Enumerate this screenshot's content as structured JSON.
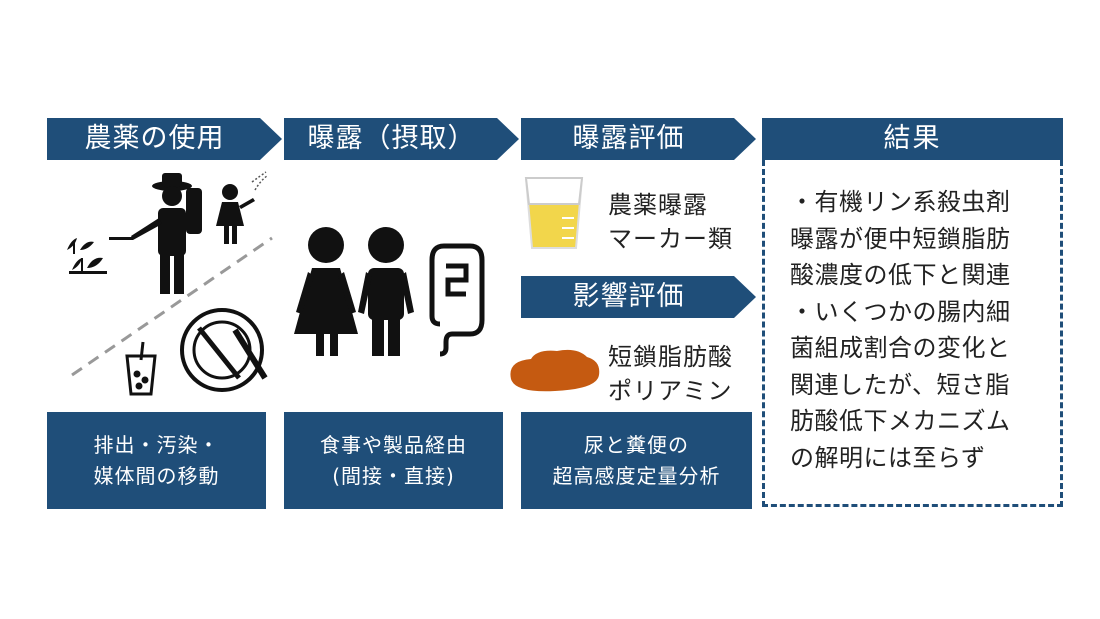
{
  "columns": {
    "pesticide_use": {
      "header": "農薬の使用",
      "footer": [
        "排出・汚染・",
        "媒体間の移動"
      ]
    },
    "exposure_intake": {
      "header": "曝露（摂取）",
      "footer": [
        "食事や製品経由",
        "(間接・直接)"
      ]
    },
    "exposure_assessment": {
      "header": "曝露評価",
      "label": [
        "農薬曝露",
        "マーカー類"
      ],
      "effect_header": "影響評価",
      "effect_label": [
        "短鎖脂肪酸",
        "ポリアミン"
      ],
      "footer": [
        "尿と糞便の",
        "超高感度定量分析"
      ]
    },
    "results": {
      "header": "結果",
      "lines": [
        "・有機リン系殺虫剤",
        "曝露が便中短鎖脂肪",
        "酸濃度の低下と関連",
        "・いくつかの腸内細",
        "菌組成割合の変化と",
        "関連したが、短さ脂",
        "肪酸低下メカニズム",
        "の解明には至らず"
      ]
    }
  },
  "colors": {
    "navy": "#1f4e79",
    "urine": "#f2d64b",
    "stool": "#c55a11",
    "icon": "#111111"
  }
}
